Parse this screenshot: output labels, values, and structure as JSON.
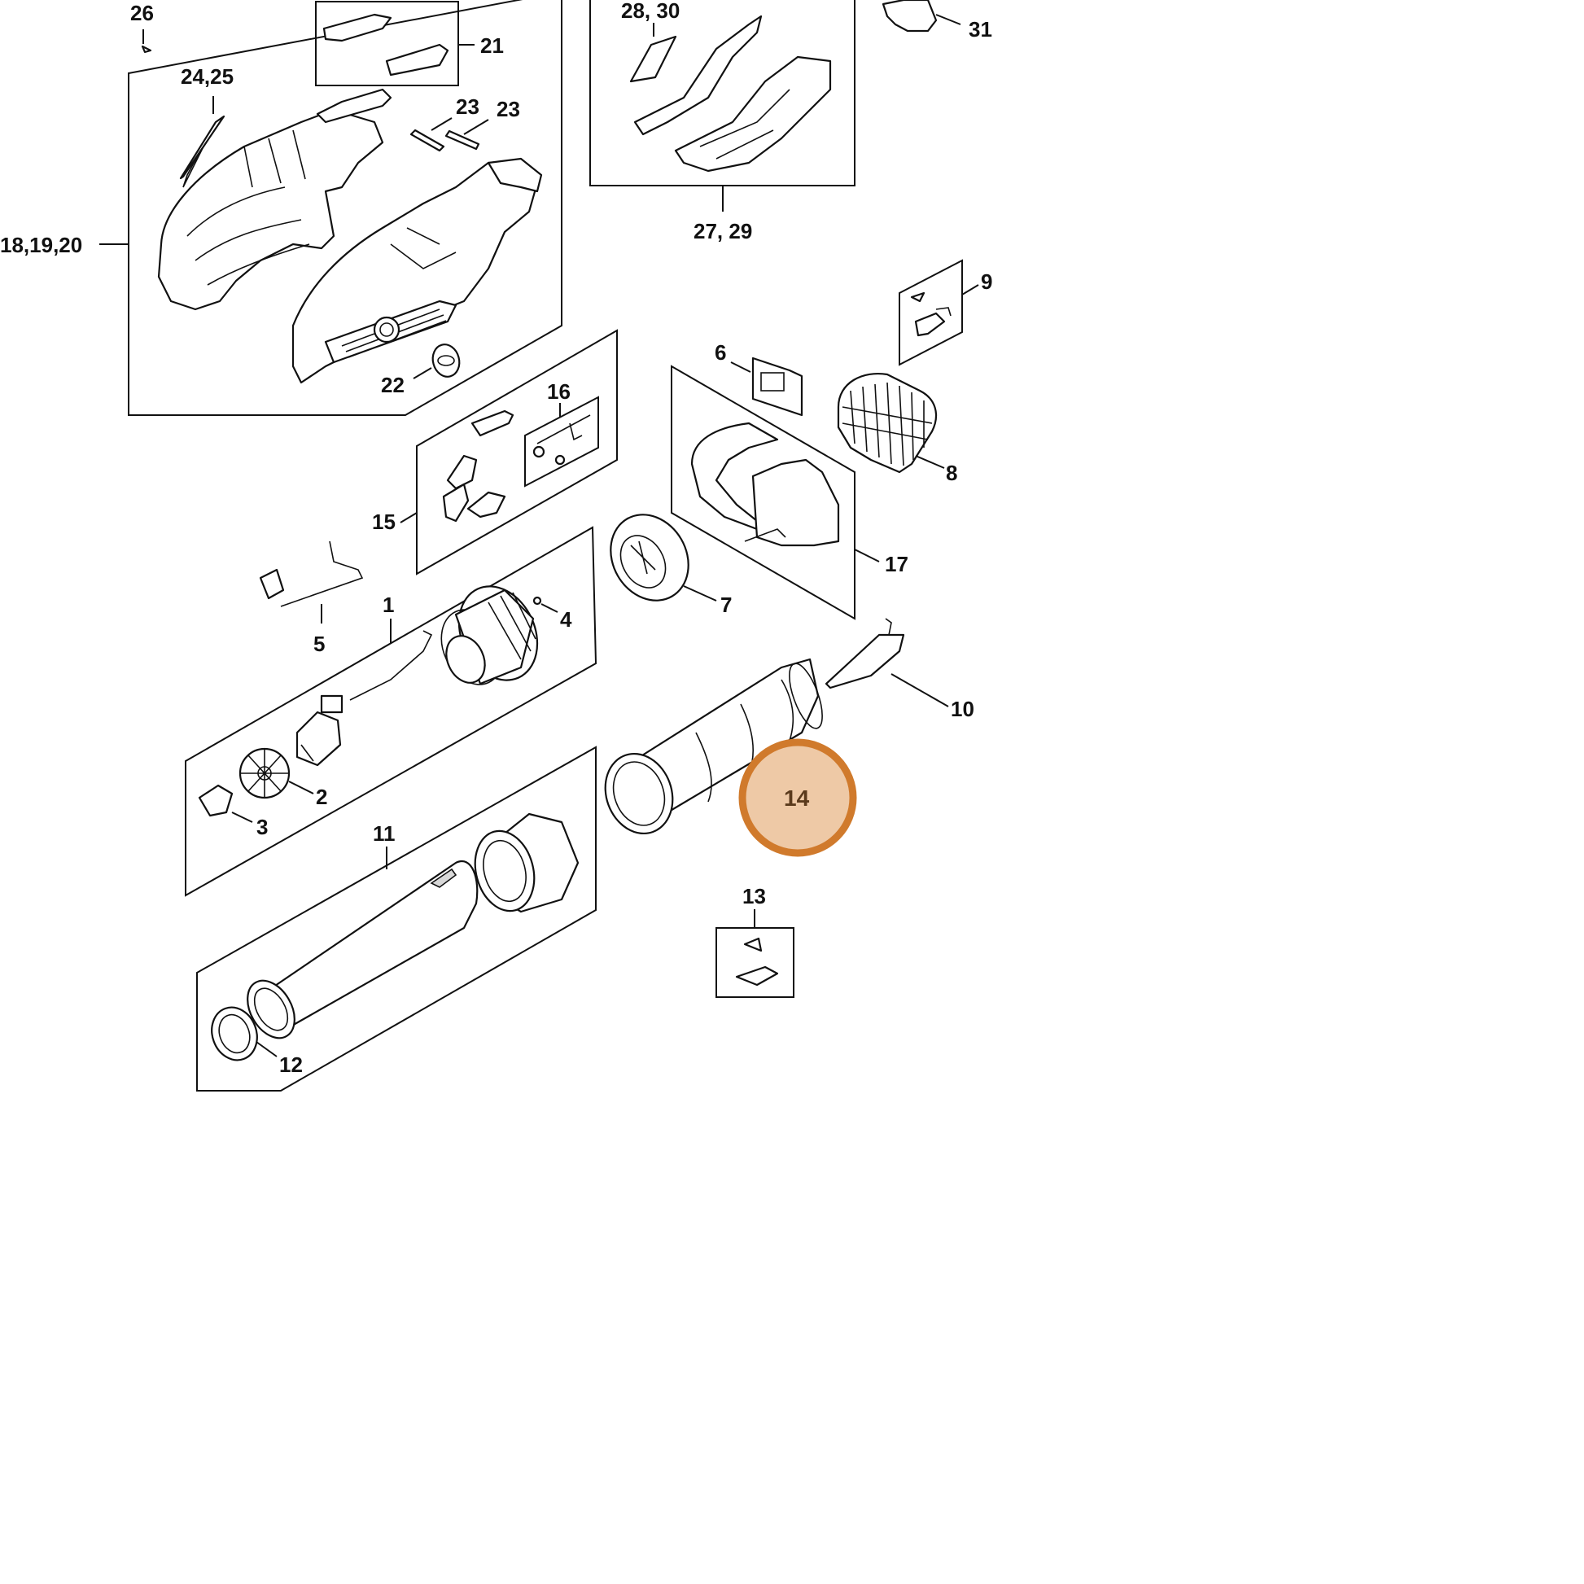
{
  "labels": {
    "p1": "1",
    "p2": "2",
    "p3": "3",
    "p4": "4",
    "p5": "5",
    "p6": "6",
    "p7": "7",
    "p8": "8",
    "p9": "9",
    "p10": "10",
    "p11": "11",
    "p12": "12",
    "p13": "13",
    "p14": "14",
    "p15": "15",
    "p16": "16",
    "p17": "17",
    "p18_20": "18,19,20",
    "p21": "21",
    "p22": "22",
    "p23a": "23",
    "p23b": "23",
    "p24_25": "24,25",
    "p26": "26",
    "p27_29": "27, 29",
    "p28_30": "28, 30",
    "p31": "31"
  },
  "highlight": {
    "part": "14",
    "color": "#d07a2c",
    "fill": "#eec9a6"
  }
}
